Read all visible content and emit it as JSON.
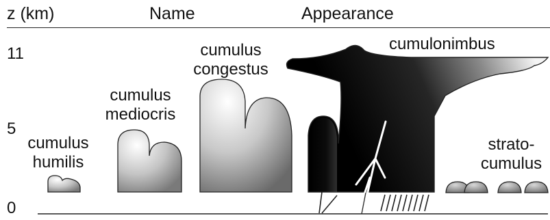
{
  "header": {
    "z_label": "z (km)",
    "name_label": "Name",
    "appearance_label": "Appearance"
  },
  "axis": {
    "ticks": [
      "11",
      "5",
      "0"
    ]
  },
  "clouds": {
    "humilis": {
      "line1": "cumulus",
      "line2": "humilis"
    },
    "mediocris": {
      "line1": "cumulus",
      "line2": "mediocris"
    },
    "congestus": {
      "line1": "cumulus",
      "line2": "congestus"
    },
    "cumulonimbus": {
      "label": "cumulonimbus"
    },
    "stratocumulus": {
      "line1": "strato-",
      "line2": "cumulus"
    }
  },
  "colors": {
    "outline": "#222222",
    "light_fill": "#f2f2f2",
    "dark_fill": "#0a0a0a"
  }
}
